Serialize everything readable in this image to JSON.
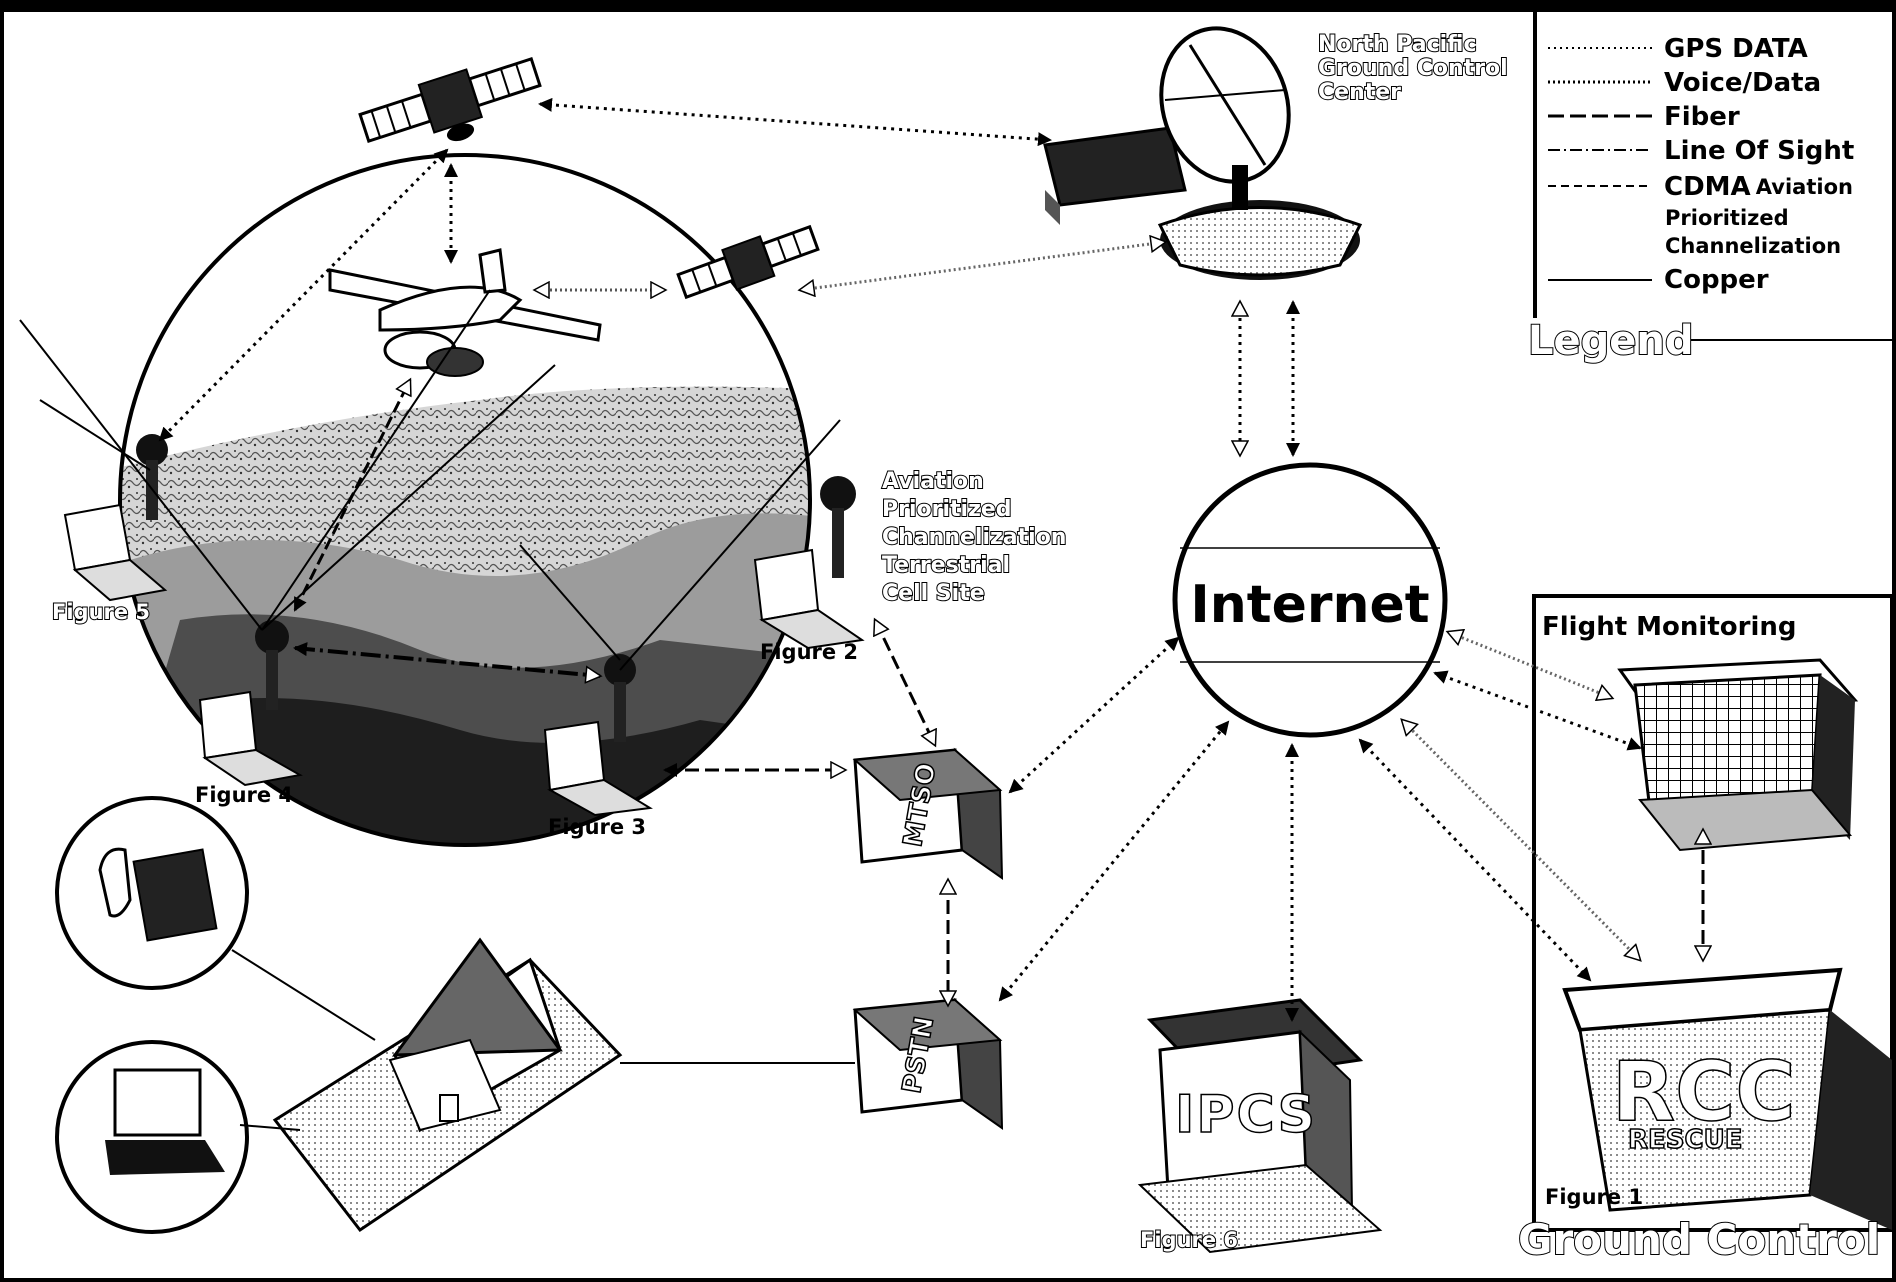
{
  "legend": {
    "title": "Legend",
    "items": [
      {
        "label": "GPS DATA",
        "style": "dotted-fine"
      },
      {
        "label": "Voice/Data",
        "style": "dotted"
      },
      {
        "label": "Fiber",
        "style": "long-dash"
      },
      {
        "label": "Line Of Sight",
        "style": "dash-dot"
      },
      {
        "label": "CDMA",
        "label_suffix": "Aviation",
        "extra_lines": [
          "Prioritized",
          "Channelization"
        ],
        "style": "short-dash"
      },
      {
        "label": "Copper",
        "style": "solid"
      }
    ]
  },
  "nodes": {
    "ground_control_center": {
      "lines": [
        "North Pacific",
        "Ground Control",
        "Center"
      ]
    },
    "internet": {
      "label": "Internet"
    },
    "cell_site": {
      "lines": [
        "Aviation",
        "Prioritized",
        "Channelization",
        "Terrestrial",
        "Cell Site"
      ]
    },
    "mtso": {
      "label": "MTSO"
    },
    "pstn": {
      "label": "PSTN"
    },
    "ipcs": {
      "label": "IPCS"
    },
    "rcc": {
      "label": "RCC",
      "sublabel": "RESCUE"
    },
    "flight_monitoring": {
      "label": "Flight Monitoring"
    },
    "ground_control": {
      "label": "Ground Control"
    }
  },
  "figures": {
    "figure1": "Figure 1",
    "figure2": "Figure 2",
    "figure3": "Figure 3",
    "figure4": "Figure 4",
    "figure5": "Figure 5",
    "figure6": "Figure 6"
  },
  "colors": {
    "ink": "#000000",
    "paper": "#ffffff",
    "shade": "#7a7a7a",
    "terrain": "#bdbdbd"
  }
}
